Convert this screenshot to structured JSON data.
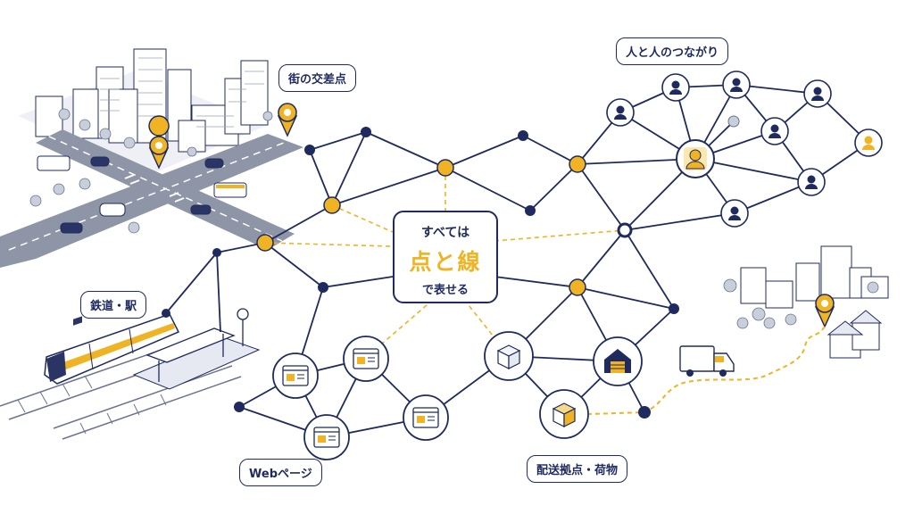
{
  "center": {
    "line1": "すべては",
    "line2": "点と線",
    "line3": "で表せる"
  },
  "labels": {
    "intersection": "街の交差点",
    "people": "人と人のつながり",
    "railway": "鉄道・駅",
    "web": "Webページ",
    "logistics": "配送拠点・荷物"
  },
  "colors": {
    "navy": "#1f2b5e",
    "accent": "#f0b323",
    "gray": "#9aa3b8",
    "road": "#8e95a6"
  },
  "icons": {
    "intersection": "map-pin-icon",
    "people": "person-icon",
    "web": "browser-window-icon",
    "logistics": "package-box-icon",
    "warehouse": "warehouse-icon",
    "truck": "delivery-truck-icon",
    "train": "train-icon"
  }
}
